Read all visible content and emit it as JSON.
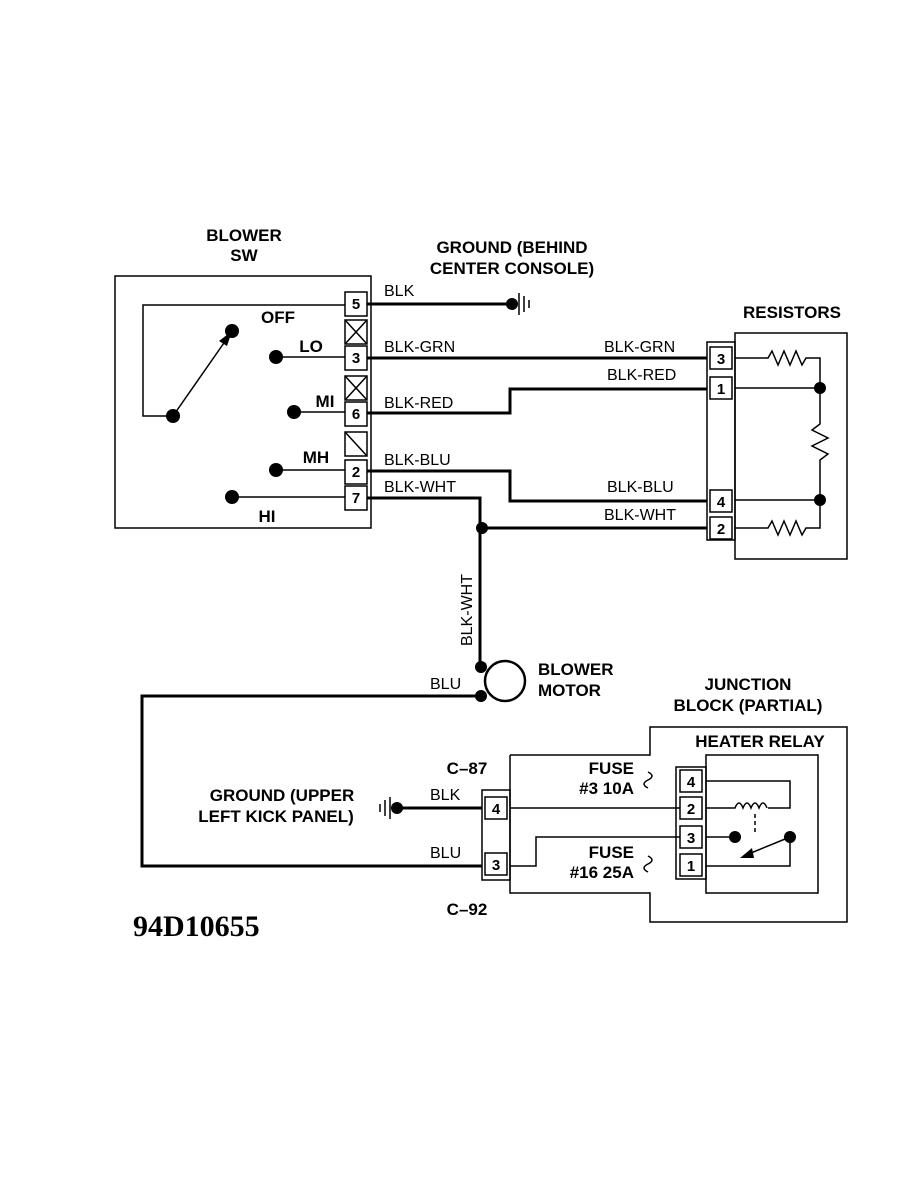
{
  "labels": {
    "blower_sw_1": "BLOWER",
    "blower_sw_2": "SW",
    "ground_top_1": "GROUND (BEHIND",
    "ground_top_2": "CENTER CONSOLE)",
    "resistors": "RESISTORS",
    "pos_off": "OFF",
    "pos_lo": "LO",
    "pos_mi": "MI",
    "pos_mh": "MH",
    "pos_hi": "HI",
    "blower_motor_1": "BLOWER",
    "blower_motor_2": "MOTOR",
    "junction_1": "JUNCTION",
    "junction_2": "BLOCK (PARTIAL)",
    "heater_relay": "HEATER RELAY",
    "c87": "C–87",
    "c92": "C–92",
    "ground_bot_1": "GROUND (UPPER",
    "ground_bot_2": "LEFT KICK PANEL)",
    "fuse1_1": "FUSE",
    "fuse1_2": "#3 10A",
    "fuse2_1": "FUSE",
    "fuse2_2": "#16 25A",
    "figure_id": "94D10655"
  },
  "wires": {
    "blk": "BLK",
    "blk_grn_left": "BLK-GRN",
    "blk_grn_right": "BLK-GRN",
    "blk_red_left": "BLK-RED",
    "blk_red_right": "BLK-RED",
    "blk_blu_left": "BLK-BLU",
    "blk_blu_right": "BLK-BLU",
    "blk_wht_left": "BLK-WHT",
    "blk_wht_right": "BLK-WHT",
    "blk_wht_vertical": "BLK-WHT",
    "blu_top": "BLU",
    "blk_bottom": "BLK",
    "blu_bottom": "BLU"
  },
  "switch_pins": [
    "5",
    "3",
    "6",
    "2",
    "7"
  ],
  "resistor_pins": [
    "3",
    "1",
    "4",
    "2"
  ],
  "connector_pins": [
    "4",
    "3"
  ],
  "relay_pins": [
    "4",
    "2",
    "3",
    "1"
  ]
}
